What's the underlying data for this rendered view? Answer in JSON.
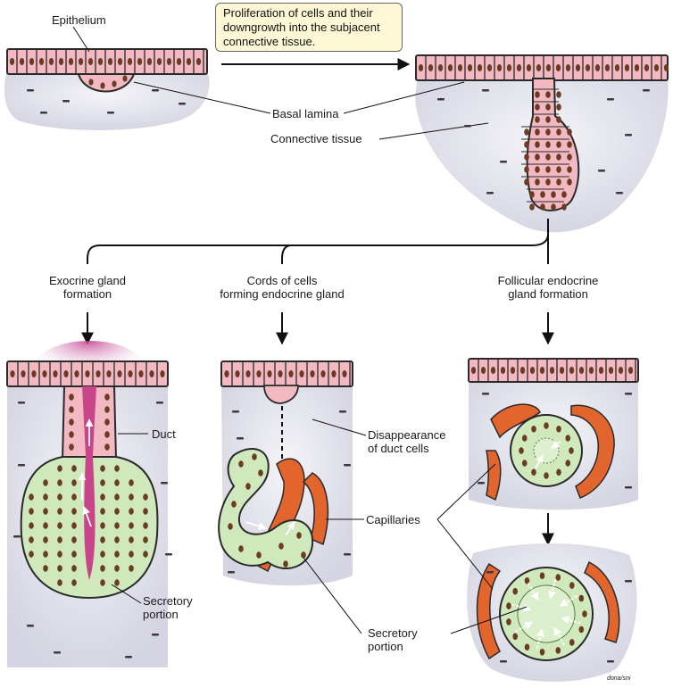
{
  "labels": {
    "epithelium": "Epithelium",
    "proliferation": [
      "Proliferation of cells and their",
      "downgrowth into the subjacent",
      "connective tissue."
    ],
    "basal_lamina": "Basal lamina",
    "connective_tissue": "Connective tissue",
    "exocrine": [
      "Exocrine gland",
      "formation"
    ],
    "cords": [
      "Cords of cells",
      "forming endocrine gland"
    ],
    "follicular": [
      "Follicular endocrine",
      "gland formation"
    ],
    "duct": "Duct",
    "disappearance": [
      "Disappearance",
      "of duct cells"
    ],
    "capillaries": "Capillaries",
    "secretory_left": [
      "Secretory",
      "portion"
    ],
    "secretory_right": [
      "Secretory",
      "portion"
    ],
    "signature": "dona/sni"
  },
  "colors": {
    "epithelium_fill": "#f2b9c2",
    "cell_outline": "#2a2a2a",
    "nucleus": "#6b3b24",
    "connective": "#e6e6ef",
    "secretory": "#cfe8bc",
    "capillary": "#e2652e",
    "secretion": "#c9458a",
    "callout_bg": "#fff7d6"
  }
}
